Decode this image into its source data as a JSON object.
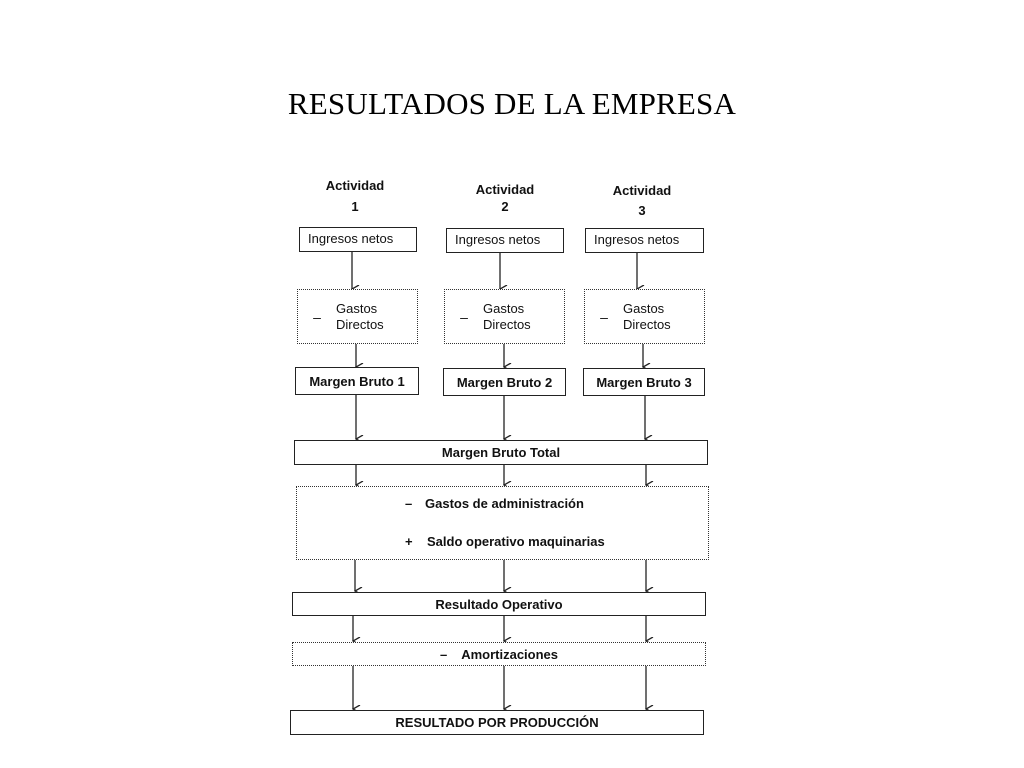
{
  "title": "RESULTADOS DE LA EMPRESA",
  "activities": [
    {
      "label": "Actividad",
      "number": "1",
      "income": "Ingresos netos",
      "expense_sign": "–",
      "expense_label_1": "Gastos",
      "expense_label_2": "Directos",
      "margin": "Margen Bruto 1"
    },
    {
      "label": "Actividad",
      "number": "2",
      "income": "Ingresos netos",
      "expense_sign": "–",
      "expense_label_1": "Gastos",
      "expense_label_2": "Directos",
      "margin": "Margen Bruto 2"
    },
    {
      "label": "Actividad",
      "number": "3",
      "income": "Ingresos netos",
      "expense_sign": "–",
      "expense_label_1": "Gastos",
      "expense_label_2": "Directos",
      "margin": "Margen Bruto 3"
    }
  ],
  "total_margin": "Margen Bruto Total",
  "adjustments": {
    "admin_sign": "–",
    "admin": "Gastos de administración",
    "machinery_sign": "+",
    "machinery": "Saldo operativo maquinarias"
  },
  "operating_result": "Resultado Operativo",
  "amortization": {
    "sign": "–",
    "label": "Amortizaciones"
  },
  "final_result": "RESULTADO POR PRODUCCIÓN"
}
